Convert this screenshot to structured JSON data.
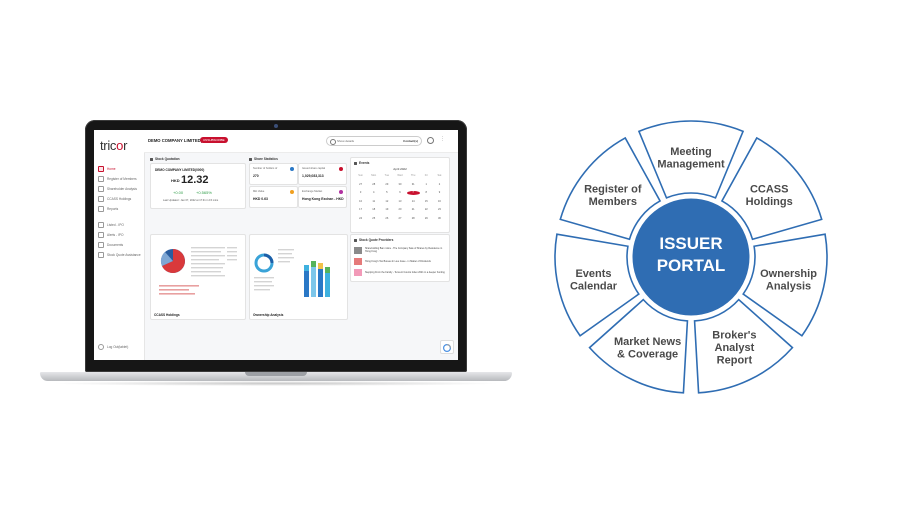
{
  "dashboard": {
    "logo": {
      "prefix": "tric",
      "accent": "o",
      "suffix": "r"
    },
    "company_name": "DEMO COMPANY LIMITED(0000)",
    "status_badge": "UNSUBSCRIBE",
    "search": {
      "placeholder": "Show details",
      "category": "Contact(s)"
    },
    "nav": [
      {
        "label": "Home",
        "active": true
      },
      {
        "label": "Register of Members",
        "active": false
      },
      {
        "label": "Shareholder Analysis",
        "active": false
      },
      {
        "label": "CCASS Holdings",
        "active": false
      },
      {
        "label": "Reports",
        "active": false
      }
    ],
    "nav2": [
      {
        "label": "Listed - IPO",
        "active": false
      },
      {
        "label": "Alerts - IPO",
        "active": false
      },
      {
        "label": "Documents",
        "active": false
      },
      {
        "label": "Stock Quote Assistance",
        "active": false
      }
    ],
    "logout": "Log Out(tablet)",
    "stock_quote": {
      "title": "Stock Quotation",
      "name": "DEMO COMPANY LIMITED(0000)",
      "currency": "HKD",
      "price": "12.32",
      "change": "+0.00",
      "percent": "+0.565%",
      "updated": "Last Updated : Jan 07, 2022 at 17:31 in 15 mins"
    },
    "share_stats": {
      "title": "Share Statistics",
      "cells": [
        {
          "label": "Number of holders of",
          "value": "270",
          "color": "#2a78c6"
        },
        {
          "label": "Issued share capital",
          "value": "1,029,083,313",
          "color": "#c8102e"
        },
        {
          "label": "Mkt Value",
          "value": "HKD 0.63",
          "color": "#f0a020"
        },
        {
          "label": "Exchange Market",
          "value": "Hong Kong Exchan - HKD",
          "color": "#b030a0"
        }
      ]
    },
    "events": {
      "title": "Events",
      "month": "April 2022",
      "dow": [
        "Sun",
        "Mon",
        "Tue",
        "Wed",
        "Thu",
        "Fri",
        "Sat"
      ],
      "days": [
        "27",
        "28",
        "29",
        "30",
        "31",
        "1",
        "2",
        "3",
        "4",
        "5",
        "6",
        "7",
        "8",
        "9",
        "10",
        "11",
        "12",
        "13",
        "14",
        "15",
        "16",
        "17",
        "18",
        "19",
        "20",
        "21",
        "22",
        "23",
        "24",
        "25",
        "26",
        "27",
        "28",
        "29",
        "30"
      ],
      "today_index": 11
    },
    "news": {
      "title": "Stock Quote Providers",
      "items": [
        {
          "text": "Shareholding Ban notice - The Company Sale of Shares by Residence in Hong Kong",
          "color": "#8a8a8a"
        },
        {
          "text": "Hong Kong's Tax Bureau In Lieu Issue - in Matter of Dividends",
          "color": "#e57a7a"
        },
        {
          "text": "Stepping From the Family - Tencent Counts Index 2021 in a deeper hunting",
          "color": "#f29ab8"
        }
      ]
    },
    "ccass_label": "CCASS Holdings",
    "ownership_label": "Ownership Analysis"
  },
  "wheel": {
    "hub": [
      "ISSUER",
      "PORTAL"
    ],
    "segments": [
      [
        "Register of",
        "Members"
      ],
      [
        "Meeting",
        "Management"
      ],
      [
        "CCASS",
        "Holdings"
      ],
      [
        "Ownership",
        "Analysis"
      ],
      [
        "Broker's",
        "Analyst",
        "Report"
      ],
      [
        "Market News",
        "& Coverage"
      ],
      [
        "Events",
        "Calendar"
      ]
    ],
    "colors": {
      "ring": "#2f6db3",
      "hub": "#2f6db3",
      "text": "#4a4a4a"
    }
  }
}
